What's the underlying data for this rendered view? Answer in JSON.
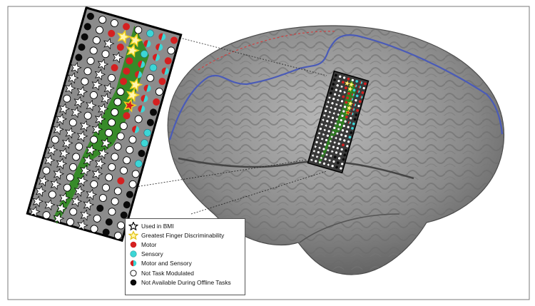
{
  "legend": {
    "items": [
      {
        "key": "bmi",
        "label": "Used in BMI",
        "marker": "star-outline-icon"
      },
      {
        "key": "finger",
        "label": "Greatest Finger Discriminability",
        "marker": "star-yellow-icon"
      },
      {
        "key": "motor",
        "label": "Motor",
        "marker": "red-circle-icon"
      },
      {
        "key": "sensory",
        "label": "Sensory",
        "marker": "cyan-circle-icon"
      },
      {
        "key": "both",
        "label": "Motor and Sensory",
        "marker": "split-circle-icon"
      },
      {
        "key": "none",
        "label": "Not Task Modulated",
        "marker": "white-circle-icon"
      },
      {
        "key": "na",
        "label": "Not Available During Offline Tasks",
        "marker": "black-circle-icon"
      }
    ]
  },
  "colors": {
    "motor": "#d42020",
    "sensory": "#3cd6d6",
    "not_task": "#ffffff",
    "not_available": "#0a0a0a",
    "star_bmi": "#ffffff",
    "star_finger": "#f2d21c",
    "green_region": "#2e8b1e",
    "central_sulcus": "#4a5bb8",
    "midline": "#d04040",
    "brain": "#8c8c8c"
  }
}
